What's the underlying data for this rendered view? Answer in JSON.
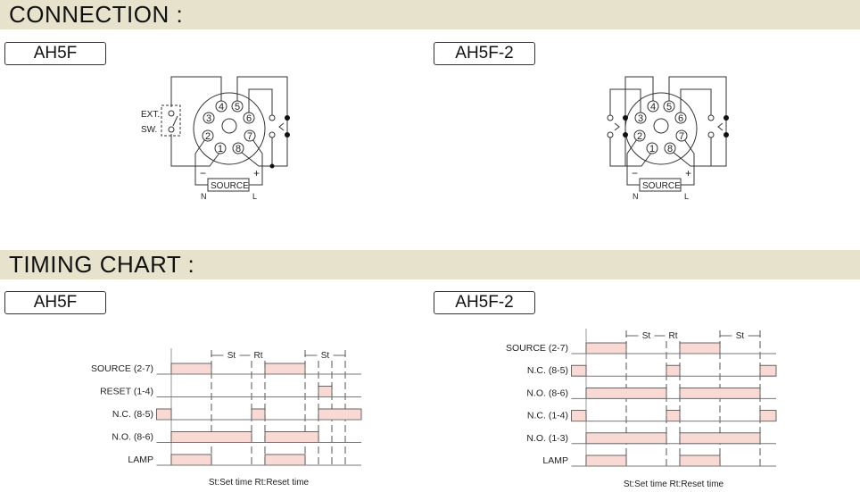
{
  "sections": {
    "connection": "CONNECTION :",
    "timing": "TIMING CHART :"
  },
  "models": {
    "left": "AH5F",
    "right": "AH5F-2"
  },
  "connection": {
    "pins": [
      "1",
      "2",
      "3",
      "4",
      "5",
      "6",
      "7",
      "8"
    ],
    "ext_sw": [
      "EXT.",
      "SW."
    ],
    "source": "SOURCE",
    "minus": "−",
    "plus": "+",
    "n": "N",
    "l": "L"
  },
  "chart_data": [
    {
      "type": "timing",
      "title": "AH5F",
      "caption": "St:Set time  Rt:Reset time",
      "annotations": [
        {
          "label": "St",
          "from": 3,
          "to": 6
        },
        {
          "label": "Rt",
          "from": 6,
          "to": 7
        },
        {
          "label": "St",
          "from": 10,
          "to": 13
        }
      ],
      "marks": [
        3,
        6,
        7,
        10,
        11,
        12,
        13
      ],
      "xlim": [
        -1.1,
        14.2
      ],
      "signals": [
        {
          "label": "SOURCE  (2-7)",
          "high": [
            [
              0,
              3
            ],
            [
              7,
              10
            ]
          ]
        },
        {
          "label": "RESET  (1-4)",
          "high": [
            [
              11,
              12
            ]
          ]
        },
        {
          "label": "N.C.  (8-5)",
          "high": [
            [
              -1.1,
              0
            ],
            [
              6,
              7
            ],
            [
              11,
              14.2
            ]
          ]
        },
        {
          "label": "N.O.  (8-6)",
          "high": [
            [
              0,
              6
            ],
            [
              7,
              11
            ]
          ]
        },
        {
          "label": "LAMP",
          "high": [
            [
              0,
              3
            ],
            [
              7,
              10
            ]
          ]
        }
      ]
    },
    {
      "type": "timing",
      "title": "AH5F-2",
      "caption": "St:Set time  Rt:Reset time",
      "annotations": [
        {
          "label": "St",
          "from": 3,
          "to": 6
        },
        {
          "label": "Rt",
          "from": 6,
          "to": 7
        },
        {
          "label": "St",
          "from": 10,
          "to": 13
        }
      ],
      "marks": [
        3,
        6,
        7,
        10,
        13
      ],
      "xlim": [
        -1.1,
        14.2
      ],
      "signals": [
        {
          "label": "SOURCE  (2-7)",
          "high": [
            [
              0,
              3
            ],
            [
              7,
              10
            ]
          ]
        },
        {
          "label": "N.C.  (8-5)",
          "high": [
            [
              -1.1,
              0
            ],
            [
              6,
              7
            ],
            [
              13,
              14.2
            ]
          ]
        },
        {
          "label": "N.O.  (8-6)",
          "high": [
            [
              0,
              6
            ],
            [
              7,
              13
            ]
          ]
        },
        {
          "label": "N.C.  (1-4)",
          "high": [
            [
              -1.1,
              0
            ],
            [
              6,
              7
            ],
            [
              13,
              14.2
            ]
          ]
        },
        {
          "label": "N.O.  (1-3)",
          "high": [
            [
              0,
              6
            ],
            [
              7,
              13
            ]
          ]
        },
        {
          "label": "LAMP",
          "high": [
            [
              0,
              3
            ],
            [
              7,
              10
            ]
          ]
        }
      ]
    }
  ]
}
